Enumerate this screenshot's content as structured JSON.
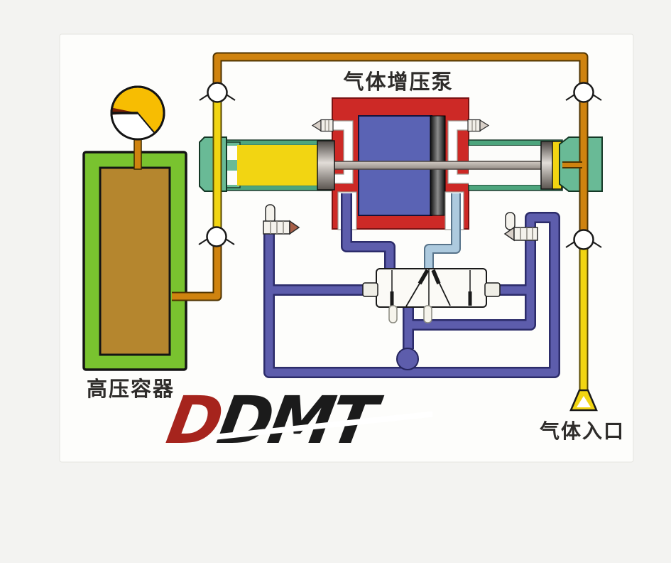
{
  "labels": {
    "pump_title": "气体增压泵",
    "vessel": "高压容器",
    "gas_inlet": "气体入口"
  },
  "logo": {
    "red_glyph": "D",
    "black_text": "DMT"
  },
  "colors": {
    "page-bg": "#f3f3f1",
    "card": "#fdfdfb",
    "pipe-orange": "#cf830f",
    "pipe-orange-dark": "#503400",
    "pipe-yellow": "#f2d512",
    "pipe-yellow-dark": "#5a4a00",
    "pipe-purple": "#5d5dac",
    "pipe-purple-dark": "#2c2c6a",
    "pipe-lightblue": "#adcade",
    "pipe-lightblue-dark": "#58748a",
    "pump-red": "#cd2926",
    "pump-red-dark": "#8a1410",
    "chamber-blue": "#5a63b4",
    "chamber-blue-dark": "#14143c",
    "tank-green": "#79c32f",
    "tank-brown": "#b5862e",
    "cap-green": "#69ba96",
    "wall-green": "#4da57d",
    "green-dark": "#163b29",
    "gauge-yellow": "#f7bd02",
    "gauge-red": "#7a2206",
    "shaft-gray": "#b3aaa3",
    "valve-white": "#fbfaf6",
    "muffler-tip": "#a86048",
    "logo-red": "#a6241d",
    "logo-black": "#1b1b1b",
    "label-text": "#2e2c2a"
  }
}
